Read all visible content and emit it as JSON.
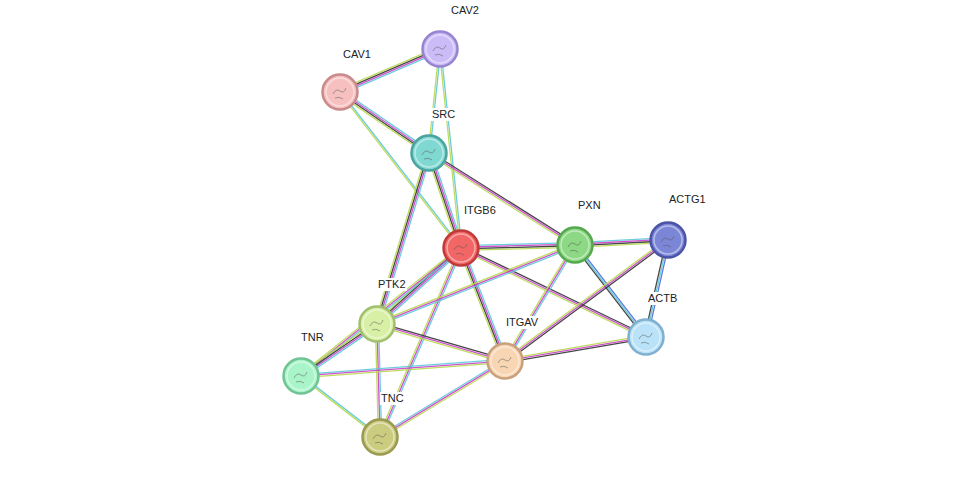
{
  "diagram": {
    "nodes": [
      {
        "text": [
          "CAV2"
        ]
      },
      {
        "text": [
          "CAV1"
        ]
      },
      {
        "text": [
          "SRC"
        ]
      },
      {
        "text": [
          "ITGB6"
        ]
      },
      {
        "text": [
          "PXN"
        ]
      },
      {
        "text": [
          "ACTG1"
        ]
      },
      {
        "text": [
          "PTK2"
        ]
      },
      {
        "text": [
          "ACTB"
        ]
      },
      {
        "text": [
          "TNR"
        ]
      },
      {
        "text": [
          "ITGAV"
        ]
      },
      {
        "text": [
          "TNC"
        ]
      }
    ],
    "edges": [
      {
        "from": 0,
        "to": 1,
        "arrow": "none"
      },
      {
        "from": 0,
        "to": 2,
        "arrow": "none"
      },
      {
        "from": 0,
        "to": 3,
        "arrow": "none"
      },
      {
        "from": 1,
        "to": 2,
        "arrow": "none"
      },
      {
        "from": 1,
        "to": 3,
        "arrow": "none"
      },
      {
        "from": 2,
        "to": 3,
        "arrow": "none"
      },
      {
        "from": 2,
        "to": 4,
        "arrow": "none"
      },
      {
        "from": 2,
        "to": 6,
        "arrow": "none"
      },
      {
        "from": 3,
        "to": 4,
        "arrow": "none"
      },
      {
        "from": 3,
        "to": 6,
        "arrow": "none"
      },
      {
        "from": 3,
        "to": 9,
        "arrow": "none"
      },
      {
        "from": 3,
        "to": 10,
        "arrow": "none"
      },
      {
        "from": 3,
        "to": 7,
        "arrow": "none"
      },
      {
        "from": 3,
        "to": 8,
        "arrow": "none"
      },
      {
        "from": 4,
        "to": 5,
        "arrow": "none"
      },
      {
        "from": 4,
        "to": 7,
        "arrow": "none"
      },
      {
        "from": 4,
        "to": 9,
        "arrow": "none"
      },
      {
        "from": 4,
        "to": 6,
        "arrow": "none"
      },
      {
        "from": 5,
        "to": 7,
        "arrow": "none"
      },
      {
        "from": 5,
        "to": 9,
        "arrow": "none"
      },
      {
        "from": 7,
        "to": 9,
        "arrow": "none"
      },
      {
        "from": 6,
        "to": 9,
        "arrow": "none"
      },
      {
        "from": 6,
        "to": 10,
        "arrow": "none"
      },
      {
        "from": 6,
        "to": 8,
        "arrow": "none"
      },
      {
        "from": 8,
        "to": 10,
        "arrow": "none"
      },
      {
        "from": 8,
        "to": 9,
        "arrow": "none"
      },
      {
        "from": 10,
        "to": 9,
        "arrow": "none"
      }
    ]
  }
}
